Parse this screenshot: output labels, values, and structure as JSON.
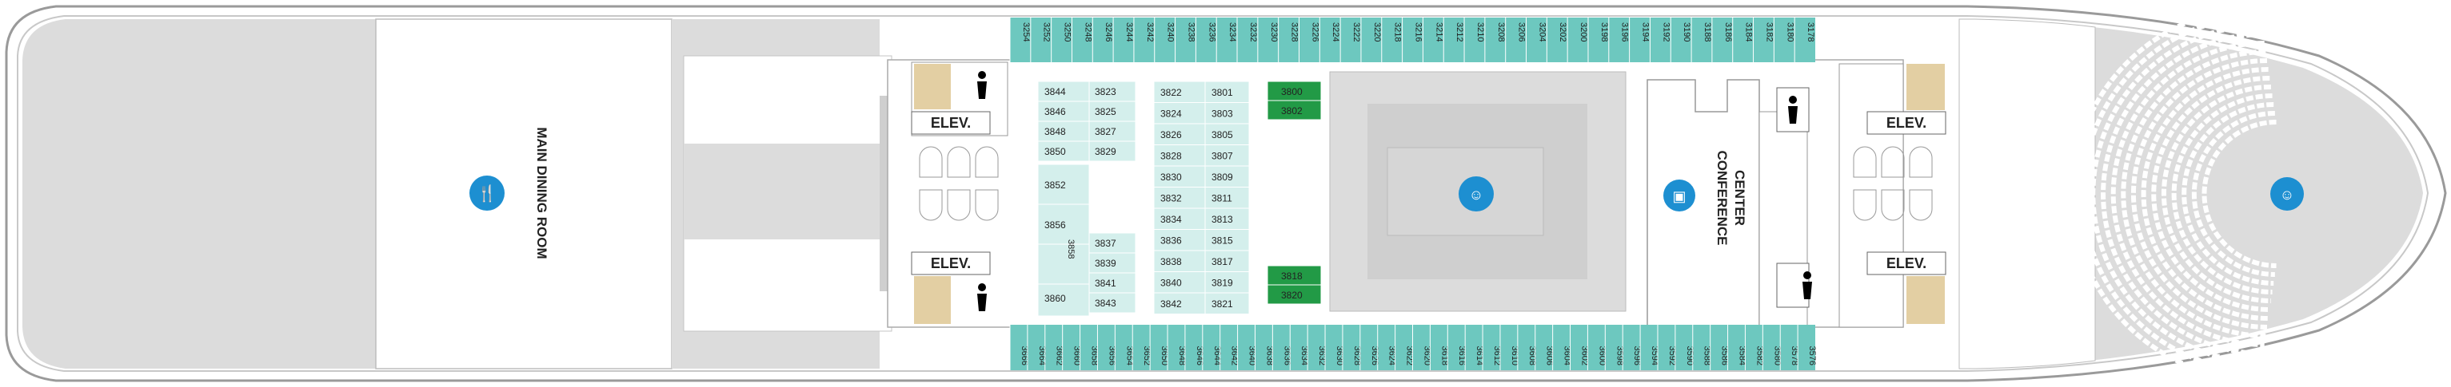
{
  "labels": {
    "dining": "MAIN DINING ROOM",
    "conference_line1": "CONFERENCE",
    "conference_line2": "CENTER",
    "elev": "ELEV."
  },
  "colors": {
    "hull_fill": "#ffffff",
    "hull_stroke": "#9a9a9a",
    "venue_gray": "#dcdcdc",
    "dark_gray": "#cfcfcf",
    "interior": "#ffffff",
    "cabin_teal": "#6dc8bf",
    "cabin_light": "#d4efec",
    "cabin_green": "#229a46",
    "icon_blue": "#1d8fd1",
    "stairs": "#e3cfa3"
  },
  "icons": [
    "dining-icon",
    "theater-icon",
    "conference-icon",
    "show-icon"
  ],
  "top_cabins": [
    "3254",
    "3252",
    "3250",
    "3248",
    "3246",
    "3244",
    "3242",
    "3240",
    "3238",
    "3236",
    "3234",
    "3232",
    "3230",
    "3228",
    "3226",
    "3224",
    "3222",
    "3220",
    "3218",
    "3216",
    "3214",
    "3212",
    "3210",
    "3208",
    "3206",
    "3204",
    "3202",
    "3200",
    "3198",
    "3196",
    "3194",
    "3192",
    "3190",
    "3188",
    "3186",
    "3184",
    "3182",
    "3180",
    "3178"
  ],
  "bottom_cabins": [
    "3666",
    "3664",
    "3662",
    "3660",
    "3658",
    "3656",
    "3654",
    "3652",
    "3650",
    "3648",
    "3646",
    "3644",
    "3642",
    "3640",
    "3638",
    "3636",
    "3634",
    "3632",
    "3630",
    "3628",
    "3626",
    "3624",
    "3622",
    "3620",
    "3618",
    "3616",
    "3614",
    "3612",
    "3610",
    "3608",
    "3606",
    "3604",
    "3602",
    "3600",
    "3598",
    "3596",
    "3594",
    "3592",
    "3590",
    "3588",
    "3586",
    "3584",
    "3582",
    "3580",
    "3578",
    "3576"
  ],
  "inner_left_a": [
    "3844",
    "3846",
    "3848",
    "3850"
  ],
  "inner_left_b": [
    "3852",
    "3856"
  ],
  "inner_left_c": [
    "3858",
    "3860"
  ],
  "inner_mid_a": [
    "3823",
    "3825",
    "3827",
    "3829"
  ],
  "inner_mid_b": [
    "3837",
    "3839",
    "3841",
    "3843"
  ],
  "inner_col3": [
    "3822",
    "3824",
    "3826",
    "3828",
    "3830",
    "3832",
    "3834",
    "3836",
    "3838",
    "3840",
    "3842"
  ],
  "inner_col4": [
    "3801",
    "3803",
    "3805",
    "3807",
    "3809",
    "3811",
    "3813",
    "3815",
    "3817",
    "3819",
    "3821"
  ],
  "green_cabins": [
    "3800",
    "3802",
    "3818",
    "3820"
  ]
}
